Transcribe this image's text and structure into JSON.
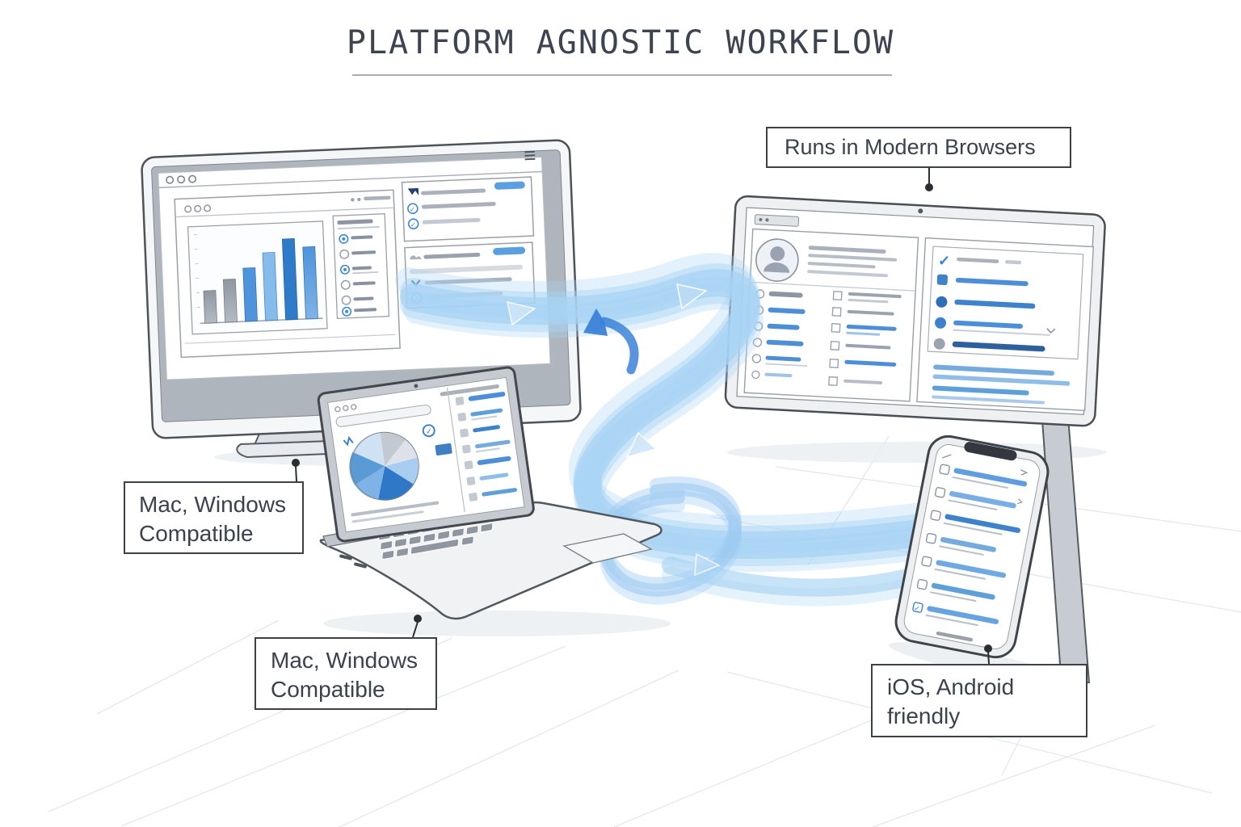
{
  "title": "PLATFORM AGNOSTIC WORKFLOW",
  "callouts": {
    "browsers": "Runs in Modern Browsers",
    "monitor_line1": "Mac, Windows",
    "monitor_line2": "Compatible",
    "laptop_line1": "Mac, Windows",
    "laptop_line2": "Compatible",
    "phone_line1": "iOS, Android",
    "phone_line2": "friendly"
  },
  "icons": {
    "menu": "≡",
    "check": "✓"
  },
  "colors": {
    "ink": "#3c434e",
    "callout_border": "#3c4147",
    "accent_blue": "#3f88d4",
    "light_blue": "#85bcec",
    "deep_blue": "#2e7cc9",
    "ribbon_blue": "#57a6e8",
    "bar_gray": "#9aa2ad",
    "bezel_gray": "#aeb5bc"
  }
}
